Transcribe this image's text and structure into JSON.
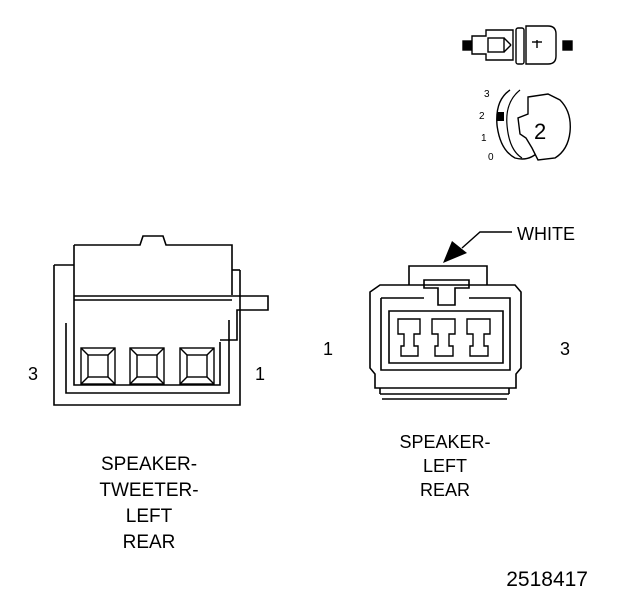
{
  "icons": {
    "connector_view_icon": "connector-side-view-icon",
    "key_position_icon": "key-position-icon"
  },
  "key_positions": {
    "p3": "3",
    "p2": "2",
    "p1": "1",
    "p0": "0",
    "key_number": "2"
  },
  "tweeter_connector": {
    "pin_left": "3",
    "pin_right": "1",
    "caption_lines": [
      "SPEAKER-",
      "TWEETER-",
      "LEFT",
      "REAR"
    ]
  },
  "speaker_connector": {
    "pin_left": "1",
    "pin_right": "3",
    "color_callout": "WHITE",
    "caption_lines": [
      "SPEAKER-",
      "LEFT",
      "REAR"
    ]
  },
  "figure_number": "2518417"
}
